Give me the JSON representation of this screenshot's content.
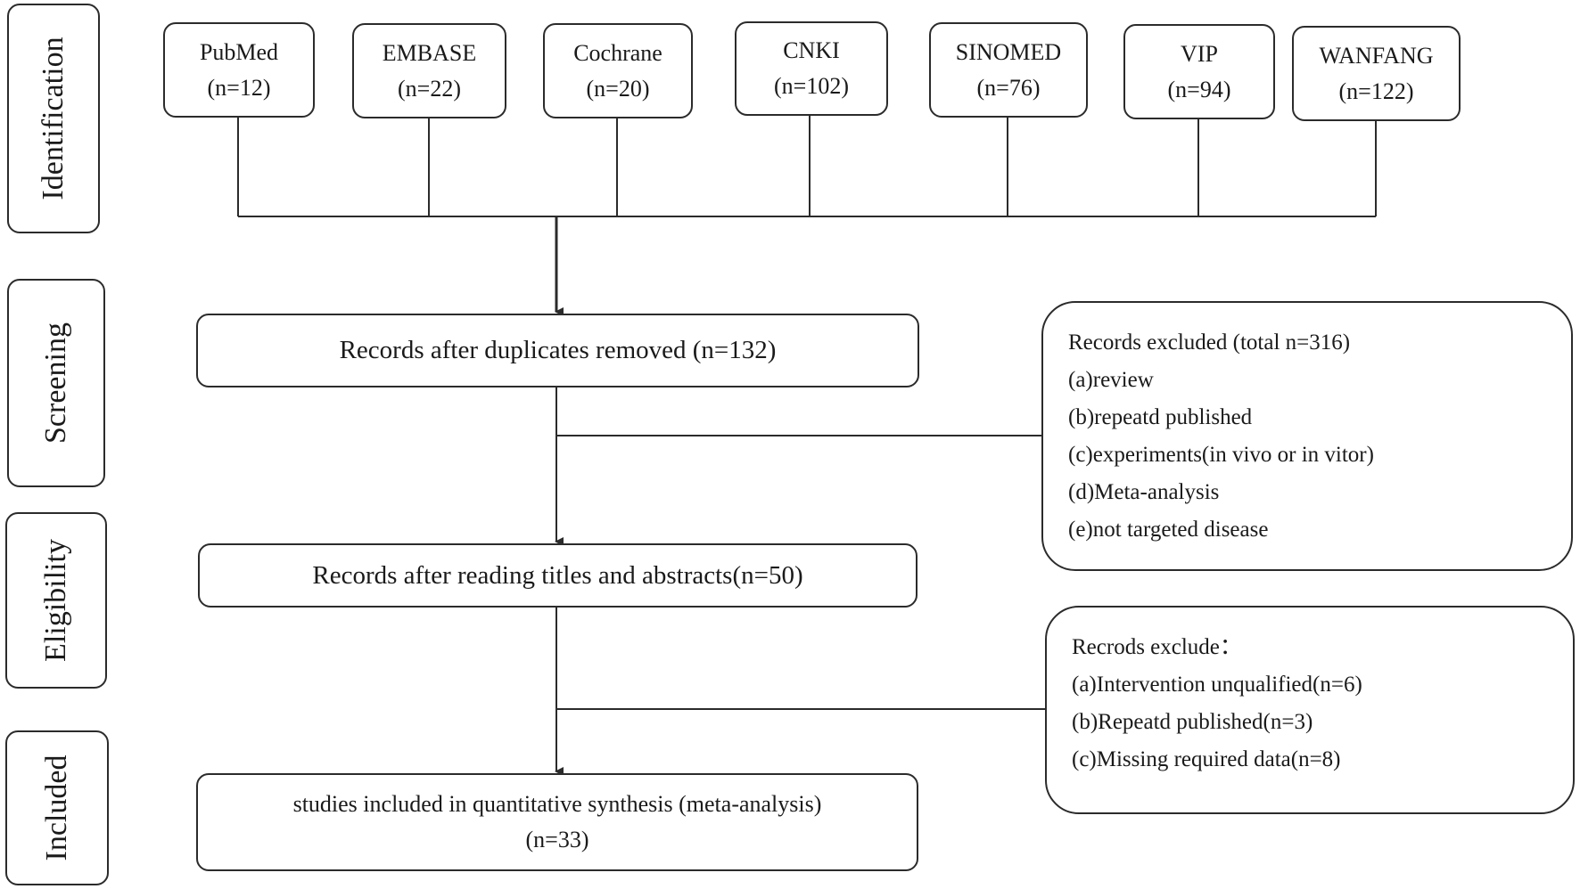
{
  "stages": [
    {
      "id": "identification",
      "label": "Identification"
    },
    {
      "id": "screening",
      "label": "Screening"
    },
    {
      "id": "eligibility",
      "label": "Eligibility"
    },
    {
      "id": "included",
      "label": "Included"
    }
  ],
  "databases": [
    {
      "name": "PubMed",
      "count": "(n=12)"
    },
    {
      "name": "EMBASE",
      "count": "(n=22)"
    },
    {
      "name": "Cochrane",
      "count": "(n=20)"
    },
    {
      "name": "CNKI",
      "count": "(n=102)"
    },
    {
      "name": "SINOMED",
      "count": "(n=76)"
    },
    {
      "name": "VIP",
      "count": "(n=94)"
    },
    {
      "name": "WANFANG",
      "count": "(n=122)"
    }
  ],
  "flow": {
    "duplicates_removed": "Records after duplicates removed (n=132)",
    "titles_abstracts": "Records after reading titles and abstracts(n=50)",
    "included_line1": "studies included in quantitative synthesis (meta-analysis)",
    "included_line2": "(n=33)"
  },
  "exclusions_screening": {
    "title": "Records  excluded (total n=316)",
    "items": [
      "(a)review",
      "(b)repeatd published",
      "(c)experiments(in vivo or in vitor)",
      "(d)Meta-analysis",
      "(e)not targeted disease"
    ]
  },
  "exclusions_eligibility": {
    "title": "Recrods exclude：",
    "items": [
      "(a)Intervention unqualified(n=6)",
      "(b)Repeatd published(n=3)",
      "(c)Missing required data(n=8)"
    ]
  }
}
